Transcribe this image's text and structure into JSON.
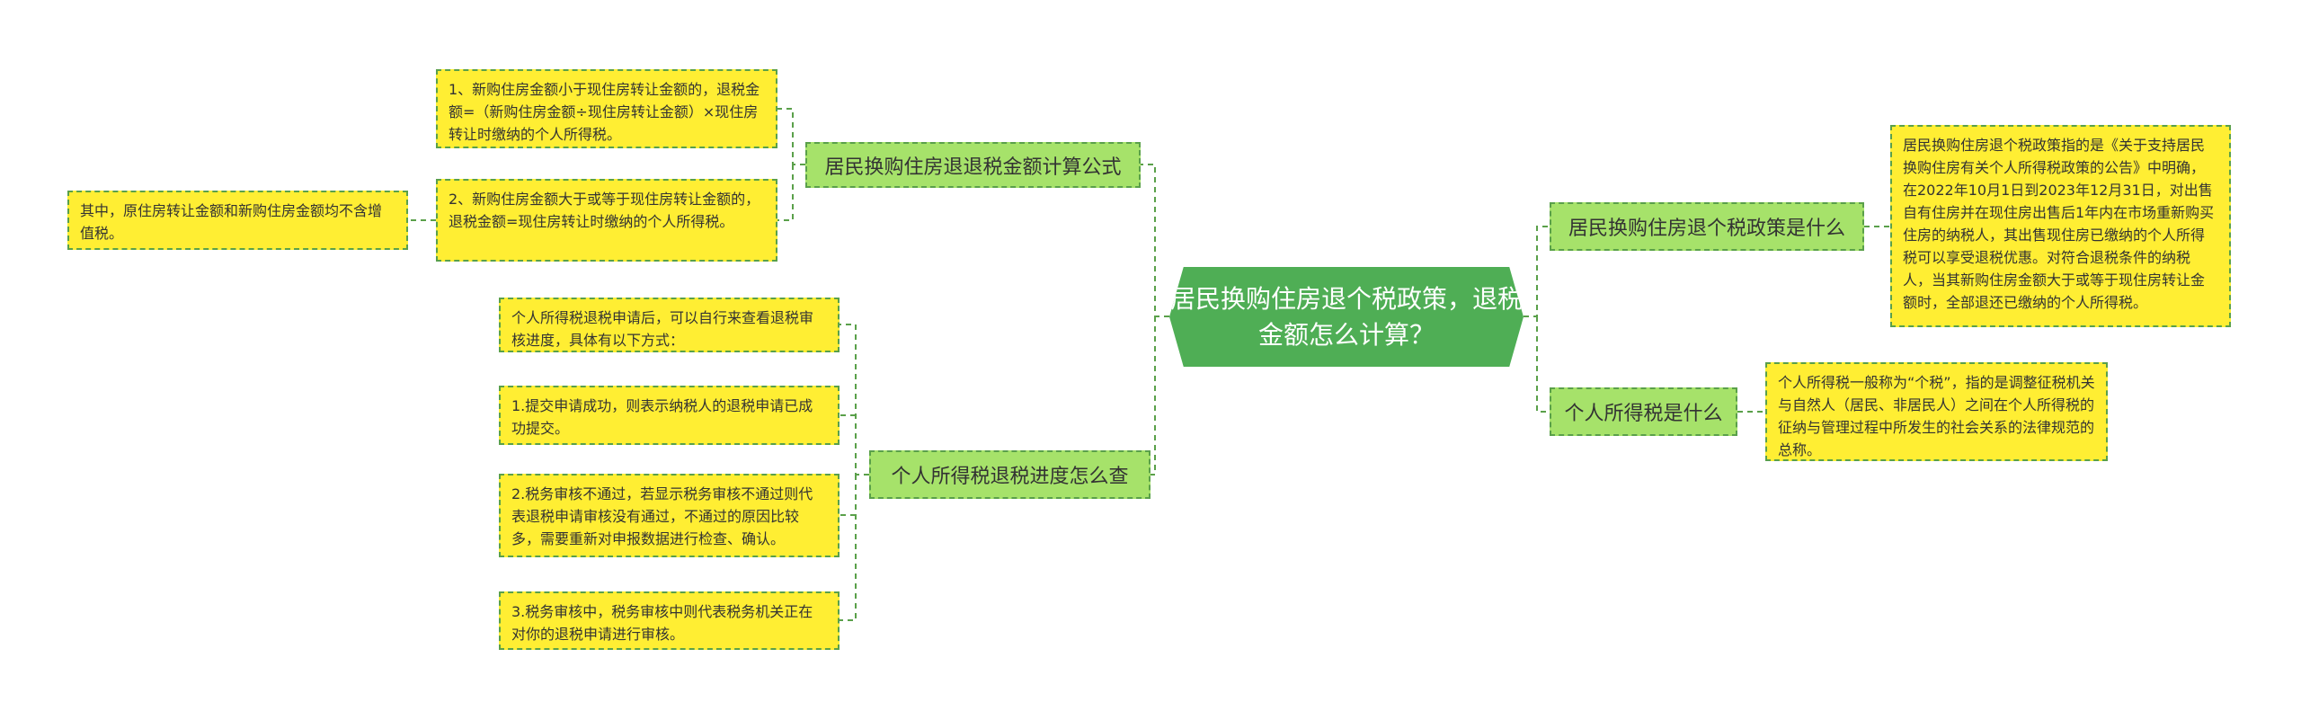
{
  "center": {
    "title": "居民换购住房退个税政策，退税金额怎么计算？"
  },
  "left_branches": [
    {
      "label": "居民换购住房退退税金额计算公式",
      "children": [
        "1、新购住房金额小于现住房转让金额的，退税金额=（新购住房金额÷现住房转让金额）×现住房转让时缴纳的个人所得税。",
        "2、新购住房金额大于或等于现住房转让金额的，退税金额=现住房转让时缴纳的个人所得税。"
      ],
      "note": "其中，原住房转让金额和新购住房金额均不含增值税。"
    },
    {
      "label": "个人所得税退税进度怎么查",
      "children": [
        "个人所得税退税申请后，可以自行来查看退税审核进度，具体有以下方式：",
        "1.提交申请成功，则表示纳税人的退税申请已成功提交。",
        "2.税务审核不通过，若显示税务审核不通过则代表退税申请审核没有通过，不通过的原因比较多，需要重新对申报数据进行检查、确认。",
        "3.税务审核中，税务审核中则代表税务机关正在对你的退税申请进行审核。"
      ]
    }
  ],
  "right_branches": [
    {
      "label": "居民换购住房退个税政策是什么",
      "child": "居民换购住房退个税政策指的是《关于支持居民换购住房有关个人所得税政策的公告》中明确，在2022年10月1日到2023年12月31日，对出售自有住房并在现住房出售后1年内在市场重新购买住房的纳税人，其出售现住房已缴纳的个人所得税可以享受退税优惠。对符合退税条件的纳税人，当其新购住房金额大于或等于现住房转让金额时，全部退还已缴纳的个人所得税。"
    },
    {
      "label": "个人所得税是什么",
      "child": "个人所得税一般称为“个税”，指的是调整征税机关与自然人（居民、非居民人）之间在个人所得税的征纳与管理过程中所发生的社会关系的法律规范的总称。"
    }
  ],
  "colors": {
    "center": "#4fae55",
    "branch": "#a6e26a",
    "leaf": "#ffee33",
    "line": "#5aa04a"
  }
}
